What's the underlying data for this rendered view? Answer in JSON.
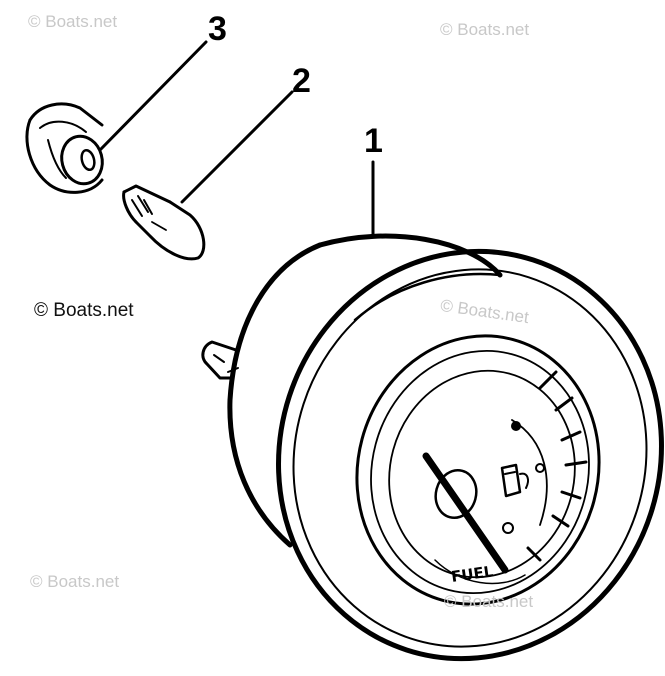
{
  "watermarks": {
    "top_left": "© Boats.net",
    "top_right": "© Boats.net",
    "middle_left": "© Boats.net",
    "center": "© Boats.net",
    "bottom_left": "© Boats.net",
    "bottom_right": "© Boats.net"
  },
  "callouts": {
    "part1": "1",
    "part2": "2",
    "part3": "3"
  },
  "gauge": {
    "label": "FUEL"
  },
  "colors": {
    "line": "#000000",
    "background": "#ffffff",
    "watermark": "#c8c8c8"
  }
}
